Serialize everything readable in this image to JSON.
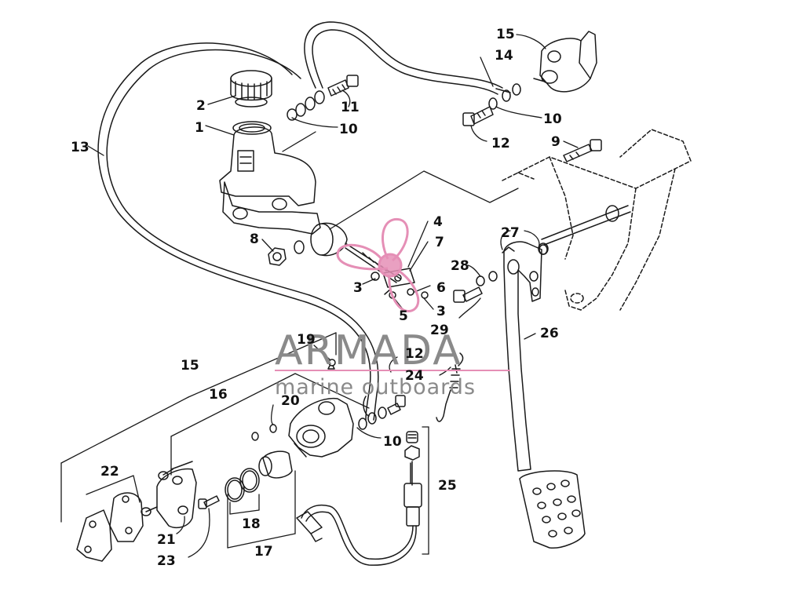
{
  "watermark": {
    "title": "ARMADA",
    "subtitle": "marine outboards",
    "text_color": "#8a8a8a",
    "accent_color": "#e58fb6"
  },
  "line_color": "#1a1a1a",
  "callouts": [
    "1",
    "2",
    "3",
    "4",
    "5",
    "6",
    "7",
    "8",
    "9",
    "10",
    "11",
    "12",
    "13",
    "14",
    "15",
    "16",
    "17",
    "18",
    "19",
    "20",
    "21",
    "22",
    "23",
    "24",
    "25",
    "26",
    "27",
    "28",
    "29"
  ]
}
